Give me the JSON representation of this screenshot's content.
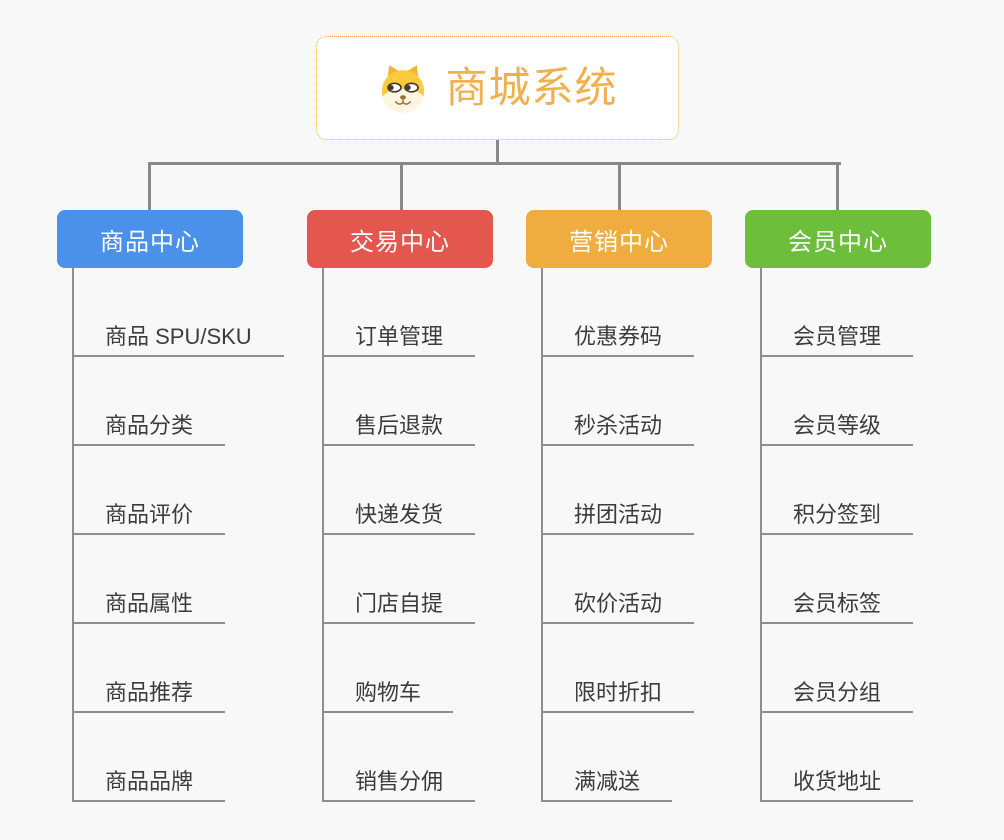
{
  "root": {
    "title": "商城系统",
    "icon": "dog-face-icon",
    "accent_color": "#F1B04F",
    "border_color": "#F0AC55"
  },
  "connector_color": "#898989",
  "branches": [
    {
      "label": "商品中心",
      "color": "#4B91EA",
      "children": [
        "商品 SPU/SKU",
        "商品分类",
        "商品评价",
        "商品属性",
        "商品推荐",
        "商品品牌"
      ]
    },
    {
      "label": "交易中心",
      "color": "#E4574F",
      "children": [
        "订单管理",
        "售后退款",
        "快递发货",
        "门店自提",
        "购物车",
        "销售分佣"
      ]
    },
    {
      "label": "营销中心",
      "color": "#EFAD3F",
      "children": [
        "优惠券码",
        "秒杀活动",
        "拼团活动",
        "砍价活动",
        "限时折扣",
        "满减送"
      ]
    },
    {
      "label": "会员中心",
      "color": "#6CBE3B",
      "children": [
        "会员管理",
        "会员等级",
        "积分签到",
        "会员标签",
        "会员分组",
        "收货地址"
      ]
    }
  ]
}
